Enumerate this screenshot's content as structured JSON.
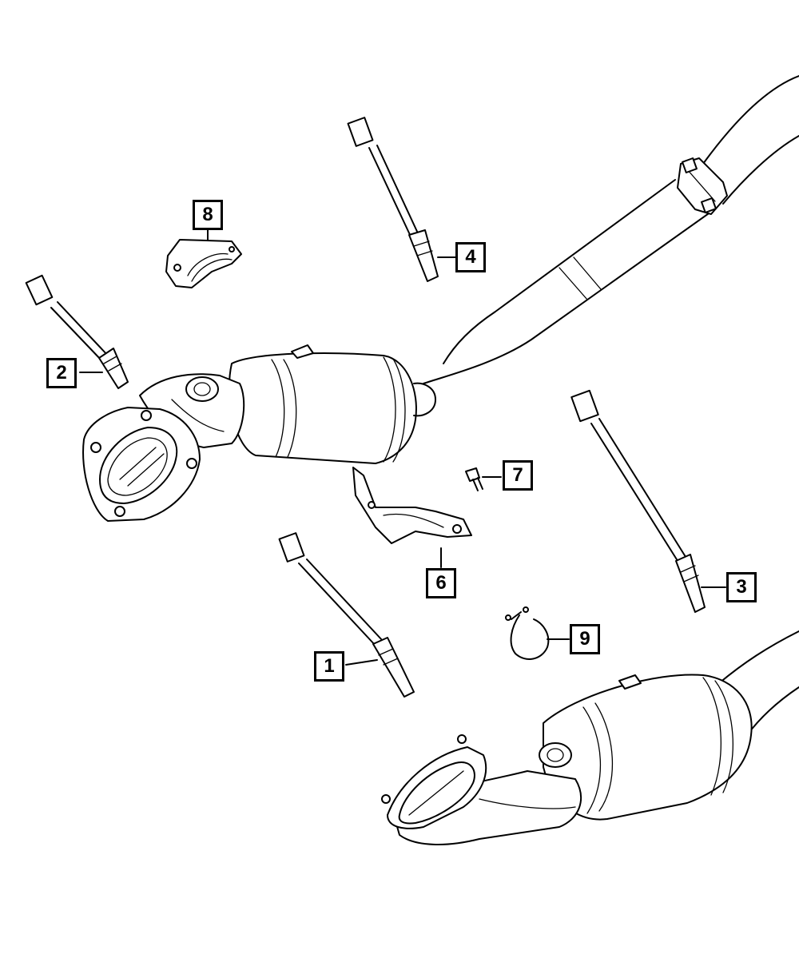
{
  "callouts": [
    {
      "id": "c1",
      "label": "1"
    },
    {
      "id": "c2",
      "label": "2"
    },
    {
      "id": "c3",
      "label": "3"
    },
    {
      "id": "c4",
      "label": "4"
    },
    {
      "id": "c6",
      "label": "6"
    },
    {
      "id": "c7",
      "label": "7"
    },
    {
      "id": "c8",
      "label": "8"
    },
    {
      "id": "c9",
      "label": "9"
    }
  ],
  "colors": {
    "line": "#000000",
    "background": "#ffffff"
  }
}
